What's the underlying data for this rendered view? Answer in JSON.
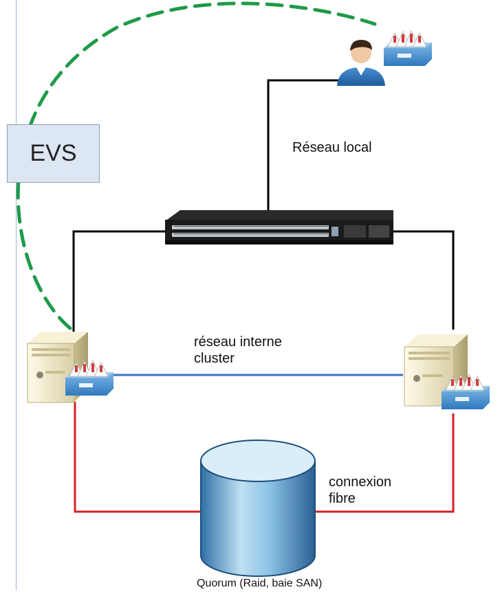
{
  "labels": {
    "evs": "EVS",
    "local_network": "Réseau local",
    "cluster_network": "réseau interne\ncluster",
    "fibre": "connexion\nfibre",
    "quorum": "Quorum (Raid, baie SAN)"
  },
  "colors": {
    "evs_dash": "#1f9a49",
    "ethernet": "#000000",
    "cluster_link": "#3b6fc4",
    "fibre_link": "#d61f26",
    "evs_box_fill": "#dde6f3"
  },
  "icons": [
    "user-icon",
    "mailbox-icon",
    "network-switch-icon",
    "server-icon",
    "database-cylinder-icon"
  ]
}
